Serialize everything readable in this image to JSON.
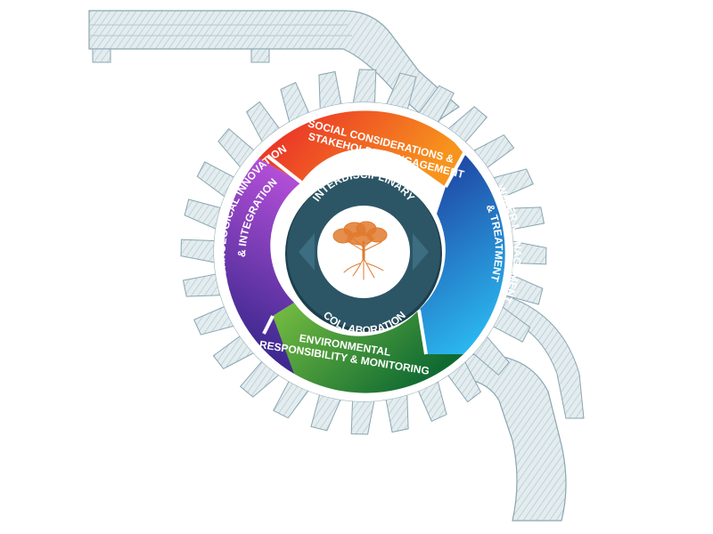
{
  "diagram": {
    "segments": [
      {
        "id": "social",
        "lines": [
          "SOCIAL CONSIDERATIONS &",
          "STAKEHOLDER ENGAGEMENT"
        ],
        "color_start": "#e8232a",
        "color_end": "#f7941d"
      },
      {
        "id": "water",
        "lines": [
          "WATER MANAGEMENT",
          "& TREATMENT"
        ],
        "color_start": "#1e3d9c",
        "color_end": "#2bb7f0"
      },
      {
        "id": "environmental",
        "lines": [
          "ENVIRONMENTAL",
          "RESPONSIBILITY & MONITORING"
        ],
        "color_start": "#7cc242",
        "color_end": "#0f6a32"
      },
      {
        "id": "technological",
        "lines": [
          "TECHNOLOGICAL INNOVATION",
          "& INTEGRATION"
        ],
        "color_start": "#2b2384",
        "color_end": "#b44fd8"
      }
    ],
    "center": {
      "top_label": "INTERDISCIPLINARY",
      "bottom_label": "COLLABORATION",
      "icon": "tree-roots-icon",
      "icon_color": "#e07a2e"
    },
    "colors": {
      "inner_ring": "#2c5666",
      "inner_ring_shadow": "#1c3f4c",
      "center_fill": "#ffffff",
      "wheel_fill": "#d8e4e8",
      "wheel_stroke": "#8aa6b0"
    },
    "background_icon": "water-wheel-icon"
  }
}
